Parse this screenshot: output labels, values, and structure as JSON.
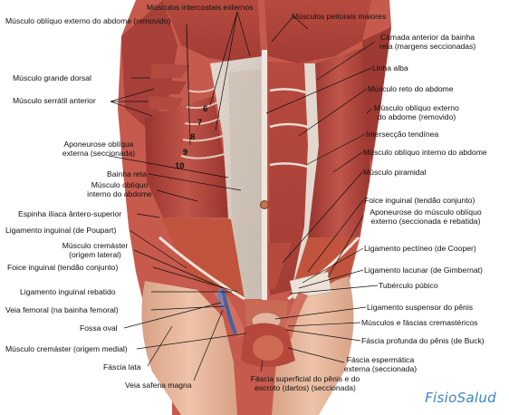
{
  "labels": {
    "intercostais_externos": "Músculos intercostais externos",
    "obliquo_externo_removido_top": "Músculo oblíquo externo do abdome (removido)",
    "peitorais_maiores": "Músculos peitorais maiores",
    "camada_anterior_1": "Camada anterior da bainha",
    "camada_anterior_2": "reta (margens seccionadas)",
    "grande_dorsal": "Músculo grande dorsal",
    "linha_alba": "Linha alba",
    "serratil_anterior": "Músculo serrátil anterior",
    "reto_abdome": "Músculo reto do abdome",
    "obliquo_externo_r1": "Músculo oblíquo externo",
    "obliquo_externo_r2": "do abdome (removido)",
    "interseccao": "Intersecção tendínea",
    "aponeurose_1": "Aponeurose oblíqua",
    "aponeurose_2": "externa (seccionada)",
    "obliquo_interno_r": "Músculo oblíquo interno do abdome",
    "piramidal": "Músculo piramidal",
    "bainha_reta": "Bainha reta",
    "obliquo_interno_l1": "Músculo oblíquo",
    "obliquo_interno_l2": "interno do abdome",
    "foice_inguinal_r": "Foice inguinal (tendão conjunto)",
    "aponeurose_obl_1": "Aponeurose do músculo oblíquo",
    "aponeurose_obl_2": "externo (seccionada e rebatida)",
    "espinha_iliaca": "Espinha ilíaca ântero-superior",
    "lig_inguinal": "Ligamento inguinal (de Poupart)",
    "lig_pectineo": "Ligamento pectíneo (de Cooper)",
    "cremaster_lat_1": "Músculo cremáster",
    "cremaster_lat_2": "(origem lateral)",
    "lig_lacunar": "Ligamento lacunar (de Gimbernat)",
    "foice_inguinal_l": "Foice inguinal (tendão conjunto)",
    "tuberculo_pubico": "Tubérculo púbico",
    "lig_rebatido": "Ligamento inguinal rebatido",
    "lig_suspensor": "Ligamento suspensor do pênis",
    "veia_femoral": "Veia femoral (na bainha femoral)",
    "cremastericos": "Músculos e fáscias cremastéricos",
    "fossa_oval": "Fossa oval",
    "fascia_profunda": "Fáscia profunda do pênis (de Buck)",
    "cremaster_medial": "Músculo cremáster (origem medial)",
    "fascia_esp_1": "Fáscia espermática",
    "fascia_esp_2": "externa (seccionada)",
    "fascia_lata": "Fáscia lata",
    "veia_safena": "Veia safena magna",
    "fascia_sup_1": "Fáscia superficial do pênis e do",
    "fascia_sup_2": "escroto (dartos) (seccionada)"
  },
  "rib_numbers": [
    "6",
    "7",
    "8",
    "9",
    "10"
  ],
  "brand": "FisioSalud",
  "colors": {
    "muscle": "#b8473e",
    "muscle_dark": "#8f2f2a",
    "muscle_light": "#d9776a",
    "aponeurosis": "#d9cfc6",
    "skin": "#e6b79c",
    "brand": "#3a86c8"
  }
}
